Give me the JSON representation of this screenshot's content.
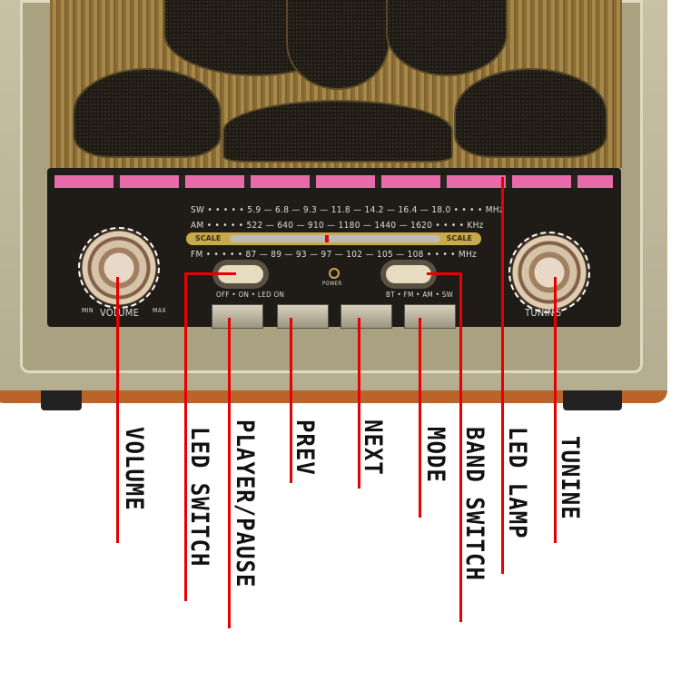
{
  "dial": {
    "sw": {
      "band": "SW",
      "values": [
        "5.9",
        "6.8",
        "9.3",
        "11.8",
        "14.2",
        "16.4",
        "18.0"
      ],
      "unit": "MHz"
    },
    "am": {
      "band": "AM",
      "values": [
        "522",
        "640",
        "910",
        "1180",
        "1440",
        "1620"
      ],
      "unit": "KHz"
    },
    "fm": {
      "band": "FM",
      "values": [
        "87",
        "89",
        "93",
        "97",
        "102",
        "105",
        "108"
      ],
      "unit": "MHz"
    },
    "scale_left": "SCALE",
    "scale_right": "SCALE"
  },
  "panel": {
    "led_switch": "OFF • ON • LED ON",
    "band_switch": "BT • FM • AM • SW",
    "power": "POWER",
    "volume": "VOLUME",
    "min": "MIN",
    "max": "MAX",
    "tuning": "TUNING"
  },
  "labels": {
    "volume": "VOLUME",
    "led_switch": "LED SWITCH",
    "player_pause": "PLAYER/PAUSE",
    "prev": "PREV",
    "next": "NEXT",
    "mode": "MODE",
    "band_switch": "BAND SWITCH",
    "led_lamp": "LED LAMP",
    "tuning": "TUNINE"
  },
  "colors": {
    "annotation": "#e60000",
    "lamp": "#e86aa8"
  }
}
